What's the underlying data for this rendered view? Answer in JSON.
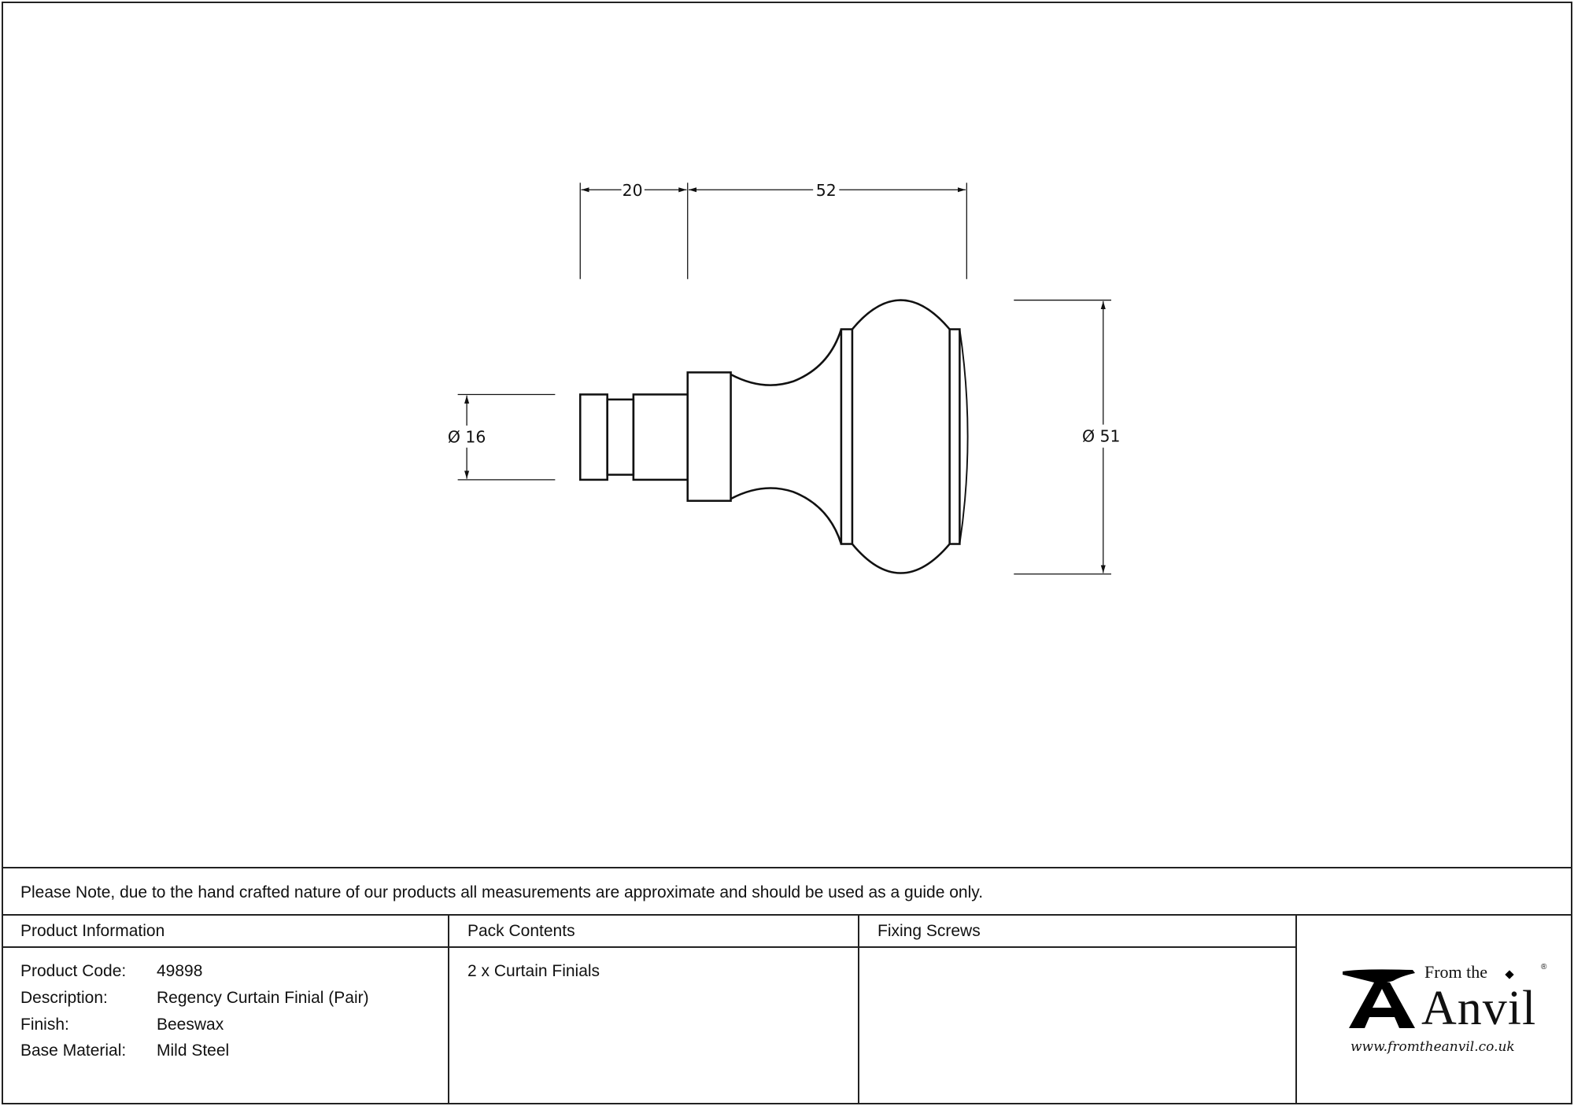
{
  "drawing": {
    "dimensions": {
      "length_a": "20",
      "length_b": "52",
      "diameter_small": "Ø 16",
      "diameter_large": "Ø 51"
    }
  },
  "note": "Please Note, due to the hand crafted nature of our products all measurements are approximate and should be used as a guide only.",
  "product_info": {
    "header": "Product Information",
    "rows": [
      {
        "label": "Product Code:",
        "value": "49898"
      },
      {
        "label": "Description:",
        "value": "Regency Curtain Finial (Pair)"
      },
      {
        "label": "Finish:",
        "value": "Beeswax"
      },
      {
        "label": "Base Material:",
        "value": "Mild Steel"
      }
    ]
  },
  "pack_contents": {
    "header": "Pack Contents",
    "items": [
      "2 x Curtain Finials"
    ]
  },
  "fixing_screws": {
    "header": "Fixing Screws"
  },
  "logo": {
    "top": "From the",
    "main": "Anvil",
    "url": "www.fromtheanvil.co.uk"
  }
}
